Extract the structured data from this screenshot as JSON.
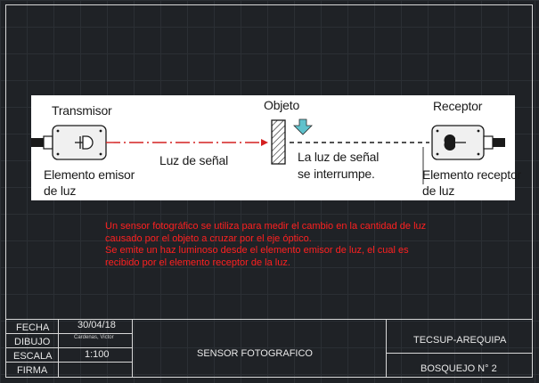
{
  "diagram": {
    "transmitter_label": "Transmisor",
    "object_label": "Objeto",
    "receiver_label": "Receptor",
    "beam_label": "Luz de señal",
    "interrupt_line1": "La luz de señal",
    "interrupt_line2": "se interrumpe.",
    "emitter_line1": "Elemento emisor",
    "emitter_line2": "de luz",
    "receptor_line1": "Elemento receptor",
    "receptor_line2": "de luz",
    "beam_color": "#d42020",
    "arrow_color": "#5fc2cc"
  },
  "note": {
    "lines": [
      "Un sensor fotográfico se utiliza para medir el cambio en la cantidad de luz",
      "causado por el objeto a cruzar por el eje óptico.",
      "Se emite un haz luminoso desde el elemento emisor de luz, el cual es",
      "recibido por el elemento receptor de la luz."
    ],
    "color": "#ff2020"
  },
  "title_block": {
    "labels": {
      "fecha": "FECHA",
      "dibujo": "DIBUJO",
      "escala": "ESCALA",
      "firma": "FIRMA"
    },
    "values": {
      "fecha": "30/04/18",
      "dibujo": "Cardenas, Victor",
      "escala": "1:100",
      "firma": ""
    },
    "drawing_title": "SENSOR FOTOGRAFICO",
    "institution": "TECSUP-AREQUIPA",
    "sheet": "BOSQUEJO N° 2"
  }
}
